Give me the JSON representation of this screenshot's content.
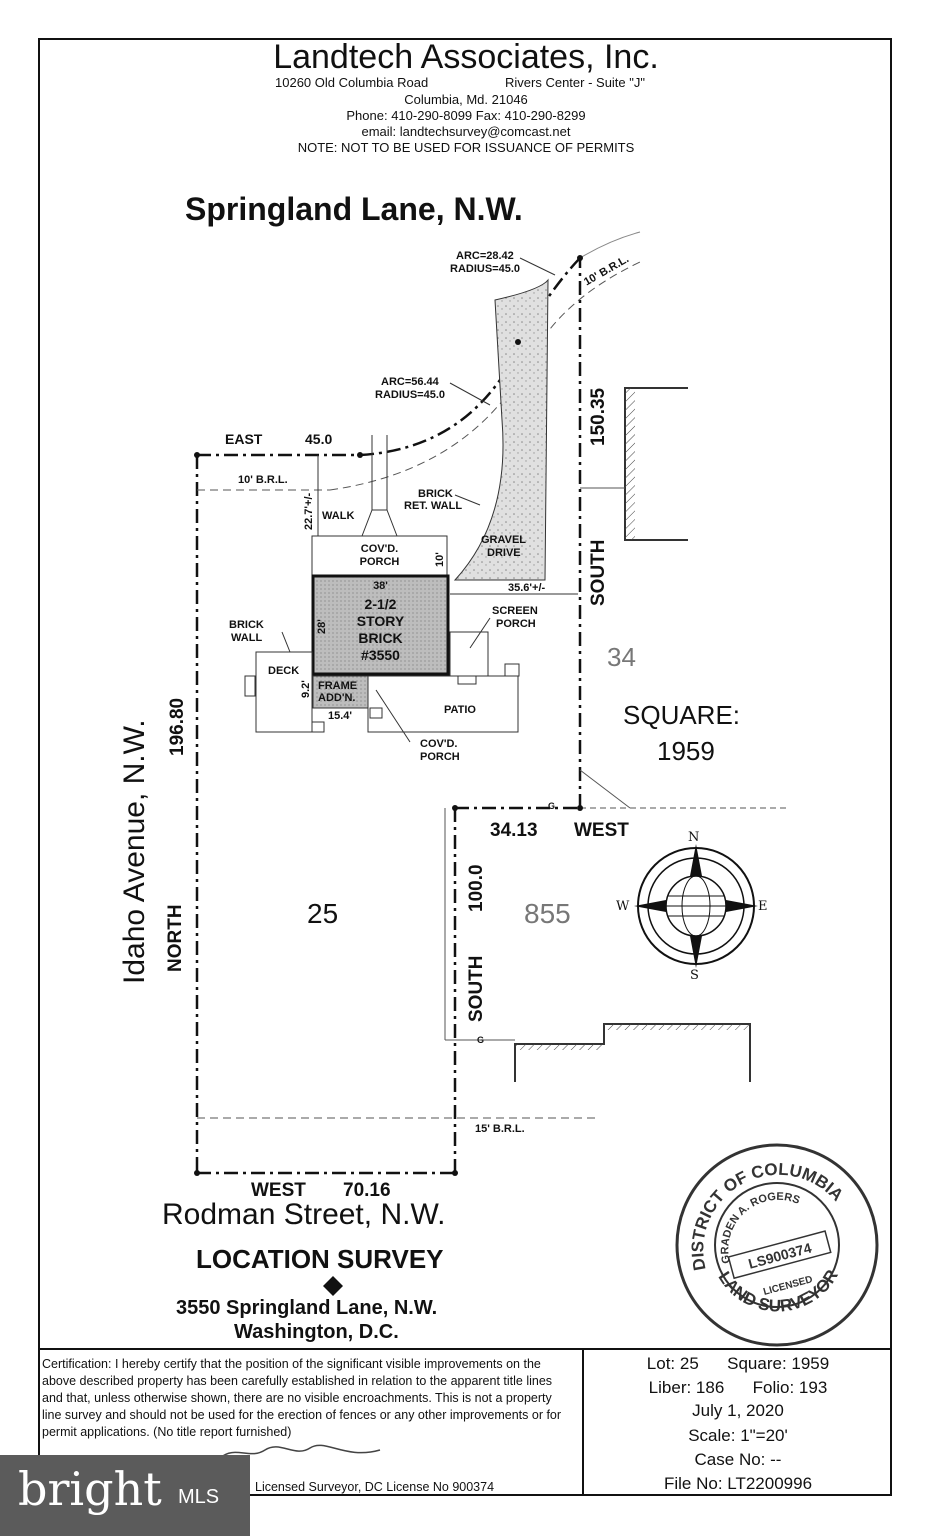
{
  "header": {
    "company": "Landtech Associates, Inc.",
    "address_left": "10260 Old Columbia Road",
    "address_right": "Rivers Center - Suite \"J\"",
    "city": "Columbia, Md. 21046",
    "phone_fax": "Phone: 410-290-8099      Fax: 410-290-8299",
    "email": "email: landtechsurvey@comcast.net",
    "note": "NOTE: NOT TO BE USED FOR ISSUANCE OF PERMITS"
  },
  "plan": {
    "street_top": "Springland Lane, N.W.",
    "street_left": "Idaho Avenue, N.W.",
    "street_bottom": "Rodman Street, N.W.",
    "arc1": "ARC=28.42",
    "radius1": "RADIUS=45.0",
    "arc2": "ARC=56.44",
    "radius2": "RADIUS=45.0",
    "east": "EAST",
    "east_dist": "45.0",
    "brl_10_top": "10' B.R.L.",
    "brl_10_right": "10' B.R.L.",
    "brl_15": "15' B.R.L.",
    "walk": "WALK",
    "walk_dist": "22.7'+/-",
    "brick_ret_wall_1": "BRICK",
    "brick_ret_wall_2": "RET. WALL",
    "gravel_1": "GRAVEL",
    "gravel_2": "DRIVE",
    "covd_porch_top_1": "COV'D.",
    "covd_porch_top_2": "PORCH",
    "porch_depth": "10'",
    "house_width": "38'",
    "house_depth": "28'",
    "house_1": "2-1/2",
    "house_2": "STORY",
    "house_3": "BRICK",
    "house_4": "#3550",
    "side_dist": "35.6'+/-",
    "screen_porch_1": "SCREEN",
    "screen_porch_2": "PORCH",
    "brick_wall_1": "BRICK",
    "brick_wall_2": "WALL",
    "deck": "DECK",
    "frame_add_1": "FRAME",
    "frame_add_2": "ADD'N.",
    "frame_depth": "9.2'",
    "frame_width": "15.4'",
    "patio": "PATIO",
    "covd_porch_rear_1": "COV'D.",
    "covd_porch_rear_2": "PORCH",
    "east_line": "150.35",
    "south_1": "SOUTH",
    "lot_34": "34",
    "square_label": "SQUARE:",
    "square_num": "1959",
    "west_mid_dist": "34.13",
    "west_mid": "WEST",
    "south_2_dist": "100.0",
    "south_2": "SOUTH",
    "lot_855": "855",
    "lot_25": "25",
    "north_dist": "196.80",
    "north": "NORTH",
    "west_bottom": "WEST",
    "west_bottom_dist": "70.16",
    "compass_n": "N",
    "compass_s": "S",
    "compass_e": "E",
    "compass_w": "W",
    "gas_1": "G",
    "gas_2": "G"
  },
  "title_block": {
    "title": "LOCATION SURVEY",
    "address": "3550 Springland Lane, N.W.",
    "city": "Washington, D.C."
  },
  "stamp": {
    "top": "DISTRICT OF COLUMBIA",
    "name": "GRADEN A. ROGERS",
    "license": "LS900374",
    "licensed": "LICENSED",
    "bottom": "LAND SURVEYOR"
  },
  "certification": {
    "text": "Certification: I hereby certify that the position of the significant visible improvements on the above described property has been carefully established in relation to the apparent title lines and that, unless otherwise shown, there are no visible encroachments. This is not a property line survey and should not be used for the erection of fences or any other improvements or for permit applications. (No title report furnished)",
    "footer": "Licensed Surveyor, DC License No 900374"
  },
  "info": {
    "lot": "Lot: 25",
    "square": "Square: 1959",
    "liber": "Liber: 186",
    "folio": "Folio: 193",
    "date": "July 1, 2020",
    "scale": "Scale: 1\"=20'",
    "case": "Case No: --",
    "file": "File No: LT2200996"
  },
  "watermark": {
    "brand": "bright",
    "mls": "MLS"
  }
}
